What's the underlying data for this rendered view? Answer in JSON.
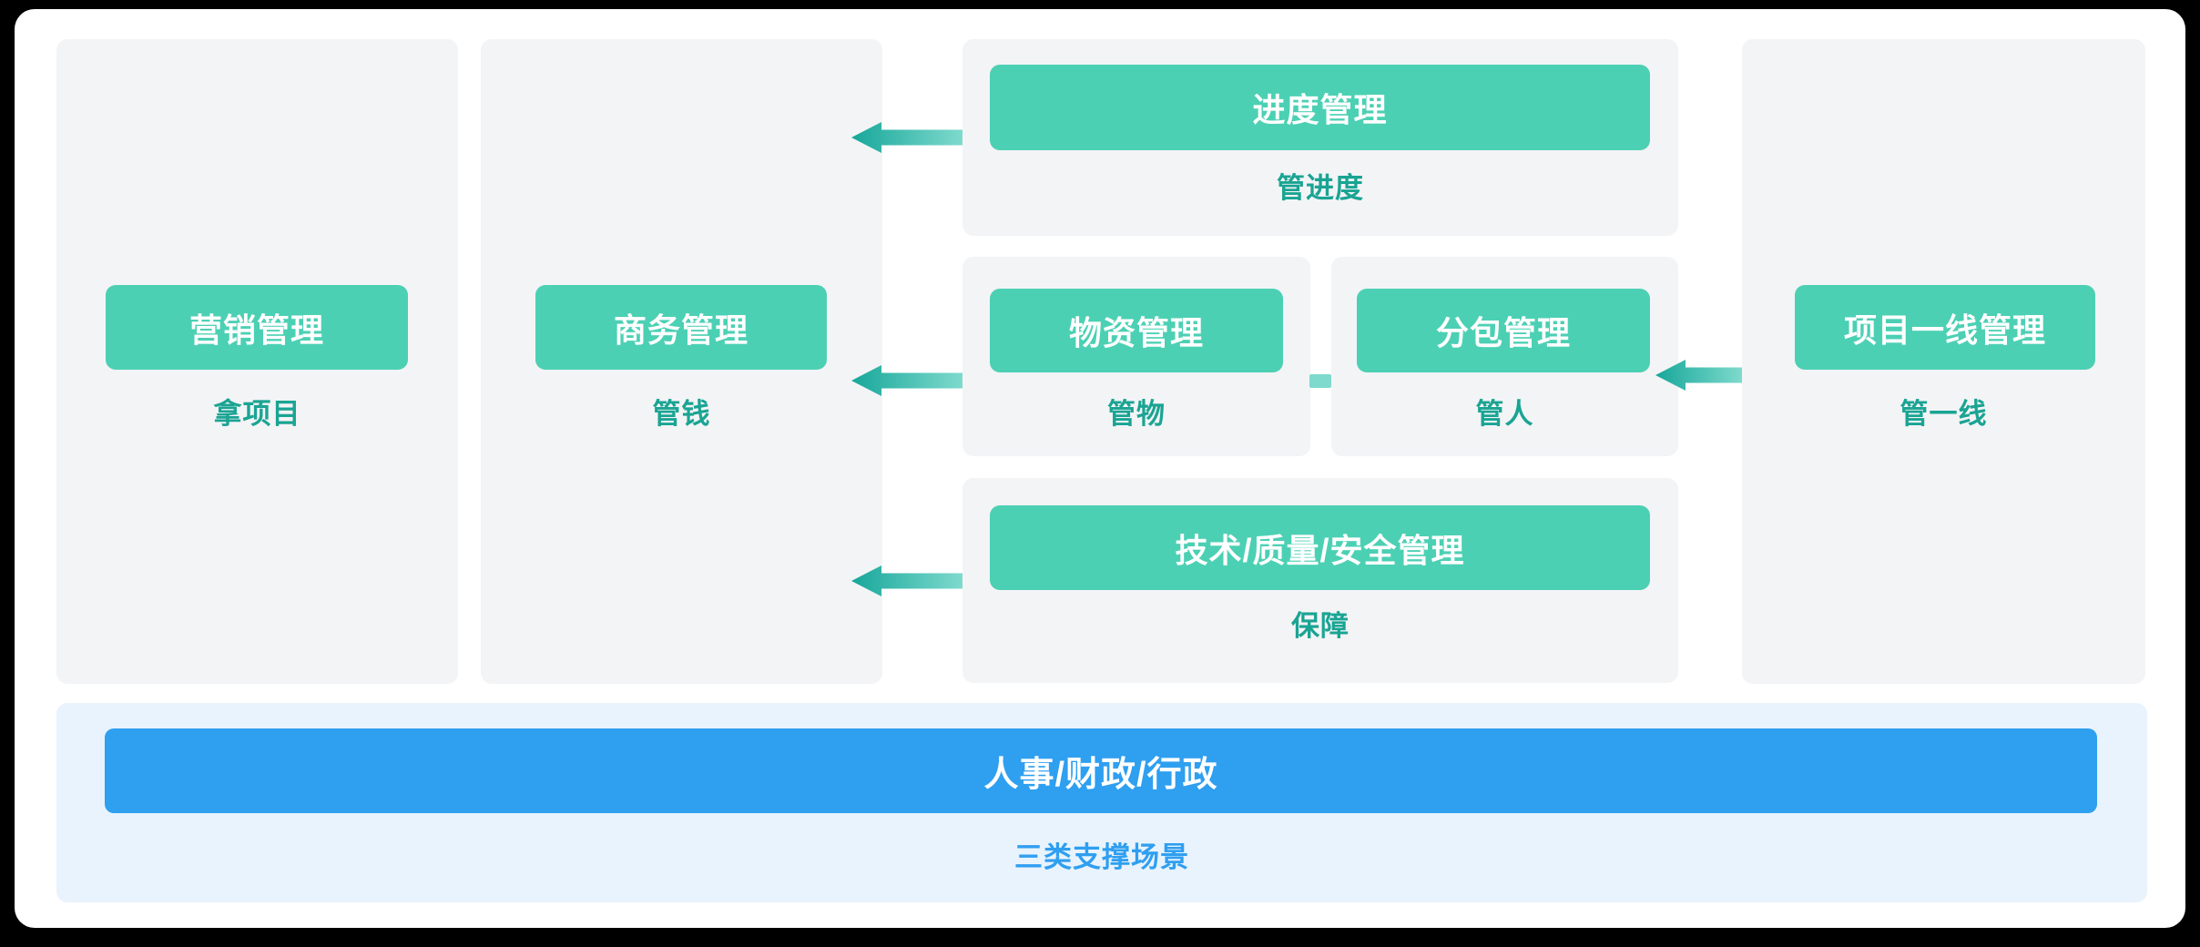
{
  "colors": {
    "bg": "#000000",
    "page": "#ffffff",
    "panel": "#f3f4f6",
    "panel-blue": "#e8f3fd",
    "teal": "#4cd0b4",
    "teal-dark": "#17a79a",
    "teal-light": "#7edacd",
    "teal-text": "#1aa493",
    "blue": "#2f9ff0"
  },
  "diagram": {
    "marketing": {
      "button": "营销管理",
      "label": "拿项目"
    },
    "business": {
      "button": "商务管理",
      "label": "管钱"
    },
    "progress": {
      "button": "进度管理",
      "label": "管进度"
    },
    "materials": {
      "button": "物资管理",
      "label": "管物"
    },
    "subcontract": {
      "button": "分包管理",
      "label": "管人"
    },
    "quality": {
      "button": "技术/质量/安全管理",
      "label": "保障"
    },
    "frontline": {
      "button": "项目一线管理",
      "label": "管一线"
    },
    "support": {
      "button": "人事/财政/行政",
      "label": "三类支撑场景"
    }
  }
}
